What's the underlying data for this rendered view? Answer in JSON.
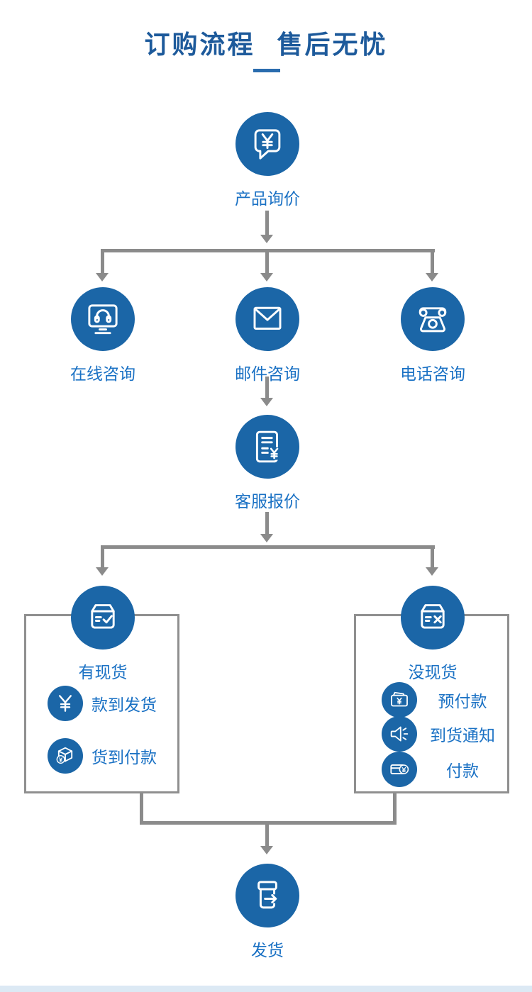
{
  "title": {
    "text": "订购流程  售后无忧"
  },
  "colors": {
    "node_blue": "#1b66a7",
    "label_blue": "#1a71c4",
    "title_blue": "#1d5a9b",
    "connector_gray": "#8b8b8b",
    "box_border_gray": "#8f8f8f"
  },
  "flow": {
    "start": {
      "label": "产品询价",
      "icon": "chat-yen-icon"
    },
    "contact_options": [
      {
        "label": "在线咨询",
        "icon": "online-support-icon"
      },
      {
        "label": "邮件咨询",
        "icon": "email-icon"
      },
      {
        "label": "电话咨询",
        "icon": "phone-icon"
      }
    ],
    "quote": {
      "label": "客服报价",
      "icon": "quotation-doc-icon"
    },
    "branches": [
      {
        "label": "有现货",
        "icon": "box-check-icon",
        "steps": [
          {
            "label": "款到发货",
            "icon": "yen-icon"
          },
          {
            "label": "货到付款",
            "icon": "package-yen-icon"
          }
        ]
      },
      {
        "label": "没现货",
        "icon": "box-x-icon",
        "steps": [
          {
            "label": "预付款",
            "icon": "wallet-yen-icon"
          },
          {
            "label": "到货通知",
            "icon": "speaker-icon"
          },
          {
            "label": "付款",
            "icon": "card-coin-icon"
          }
        ]
      }
    ],
    "end": {
      "label": "发货",
      "icon": "ship-box-icon"
    }
  }
}
